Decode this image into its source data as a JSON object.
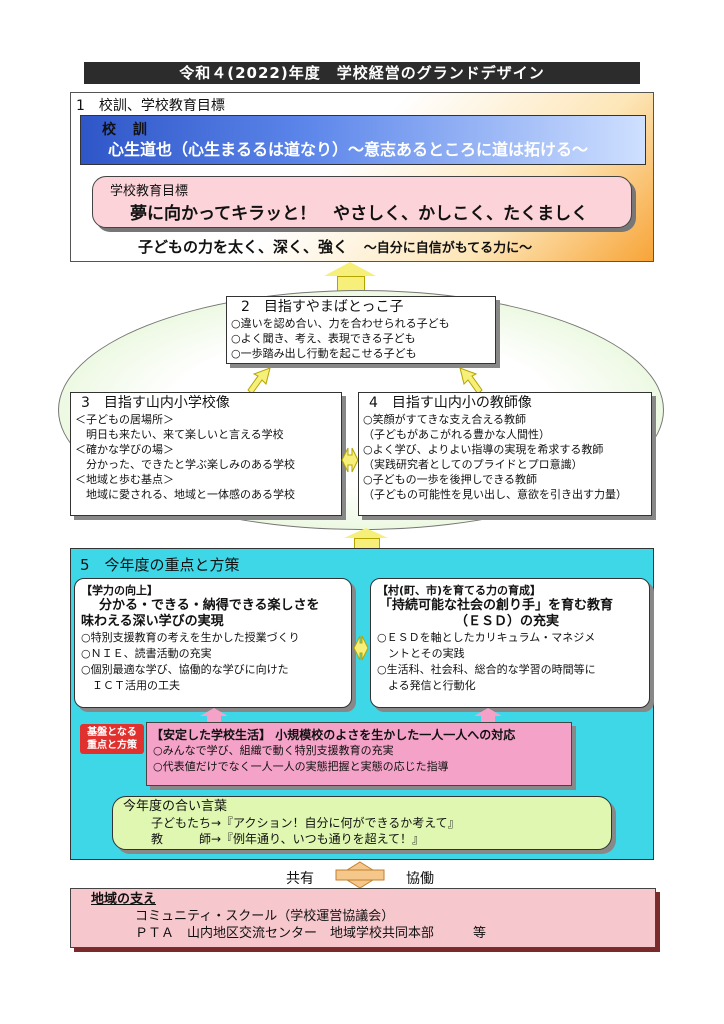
{
  "title": "令和４(2022)年度　学校経営のグランドデザイン",
  "section1": {
    "heading": "1　校訓、学校教育目標",
    "motto_label": "校 訓",
    "motto_text": "心生道也（心生まるるは道なり）～意志あるところに道は拓ける～",
    "goal_label": "学校教育目標",
    "goal_text": "夢に向かってキラッと！　やさしく、かしこく、たくましく",
    "foot_main": "子どもの力を太く、深く、強く",
    "foot_sub": "～自分に自信がもてる力に～"
  },
  "section2": {
    "heading": "2　目指すやまばとっこ子",
    "items": [
      "○違いを認め合い、力を合わせられる子ども",
      "○よく聞き、考え、表現できる子ども",
      "○一歩踏み出し行動を起こせる子ども"
    ]
  },
  "section3": {
    "heading": "3　目指す山内小学校像",
    "lines": [
      "＜子どもの居場所＞",
      "　明日も来たい、来て楽しいと言える学校",
      "＜確かな学びの場＞",
      "　分かった、できたと学ぶ楽しみのある学校",
      "＜地域と歩む基点＞",
      "　地域に愛される、地域と一体感のある学校"
    ]
  },
  "section4": {
    "heading": "4　目指す山内小の教師像",
    "lines": [
      "○笑顔がすてきな支え合える教師",
      "（子どもがあこがれる豊かな人間性）",
      "○よく学び、よりよい指導の実現を希求する教師",
      "（実践研究者としてのプライドとプロ意識）",
      "○子どもの一歩を後押しできる教師",
      "（子どもの可能性を見い出し、意欲を引き出す力量）"
    ]
  },
  "section5": {
    "heading": "5　今年度の重点と方策",
    "left": {
      "label": "【学力の向上】",
      "title1": "分かる・できる・納得できる楽しさを",
      "title2": "味わえる深い学びの実現",
      "items": [
        "○特別支援教育の考えを生かした授業づくり",
        "○ＮＩＥ、読書活動の充実",
        "○個別最適な学び、協働的な学びに向けた",
        "　ＩＣＴ活用の工夫"
      ]
    },
    "right": {
      "label": "【村(町、市)を育てる力の育成】",
      "title1": "「持続可能な社会の創り手」を育む教育",
      "title2": "（ＥＳＤ）の充実",
      "items": [
        "○ＥＳＤを軸としたカリキュラム・マネジメ",
        "　ントとその実践",
        "○生活科、社会科、総合的な学習の時間等に",
        "　よる発信と行動化"
      ]
    },
    "badge_line1": "基盤となる",
    "badge_line2": "重点と方策",
    "base_label": "【安定した学校生活】",
    "base_title": "小規模校のよさを生かした一人一人への対応",
    "base_items": [
      "○みんなで学び、組織で動く特別支援教育の充実",
      "○代表値だけでなく一人一人の実態把握と実態の応じた指導"
    ],
    "motto_heading": "今年度の合い言葉",
    "motto_kids": "子どもたち→『アクション！自分に何ができるか考えて』",
    "motto_teachers": "教　　　師→『例年通り、いつも通りを超えて！』"
  },
  "share_left": "共有",
  "share_right": "協働",
  "support": {
    "heading": "地域の支え",
    "line1": "コミュニティ・スクール（学校運営協議会）",
    "line2": "ＰＴＡ　山内地区交流センター　地域学校共同本部　　　等"
  },
  "colors": {
    "title_bg": "#2c2c2c",
    "motto_blue": "#2f56c8",
    "goal_pink": "#fbd3d8",
    "section5_cyan": "#3ed7e8",
    "base_pink": "#f4a2c8",
    "motto_green": "#dff7b0",
    "support_pink": "#f6c7cc",
    "arrow_yellow": "#f6ef7a",
    "badge_red": "#e0312f"
  }
}
